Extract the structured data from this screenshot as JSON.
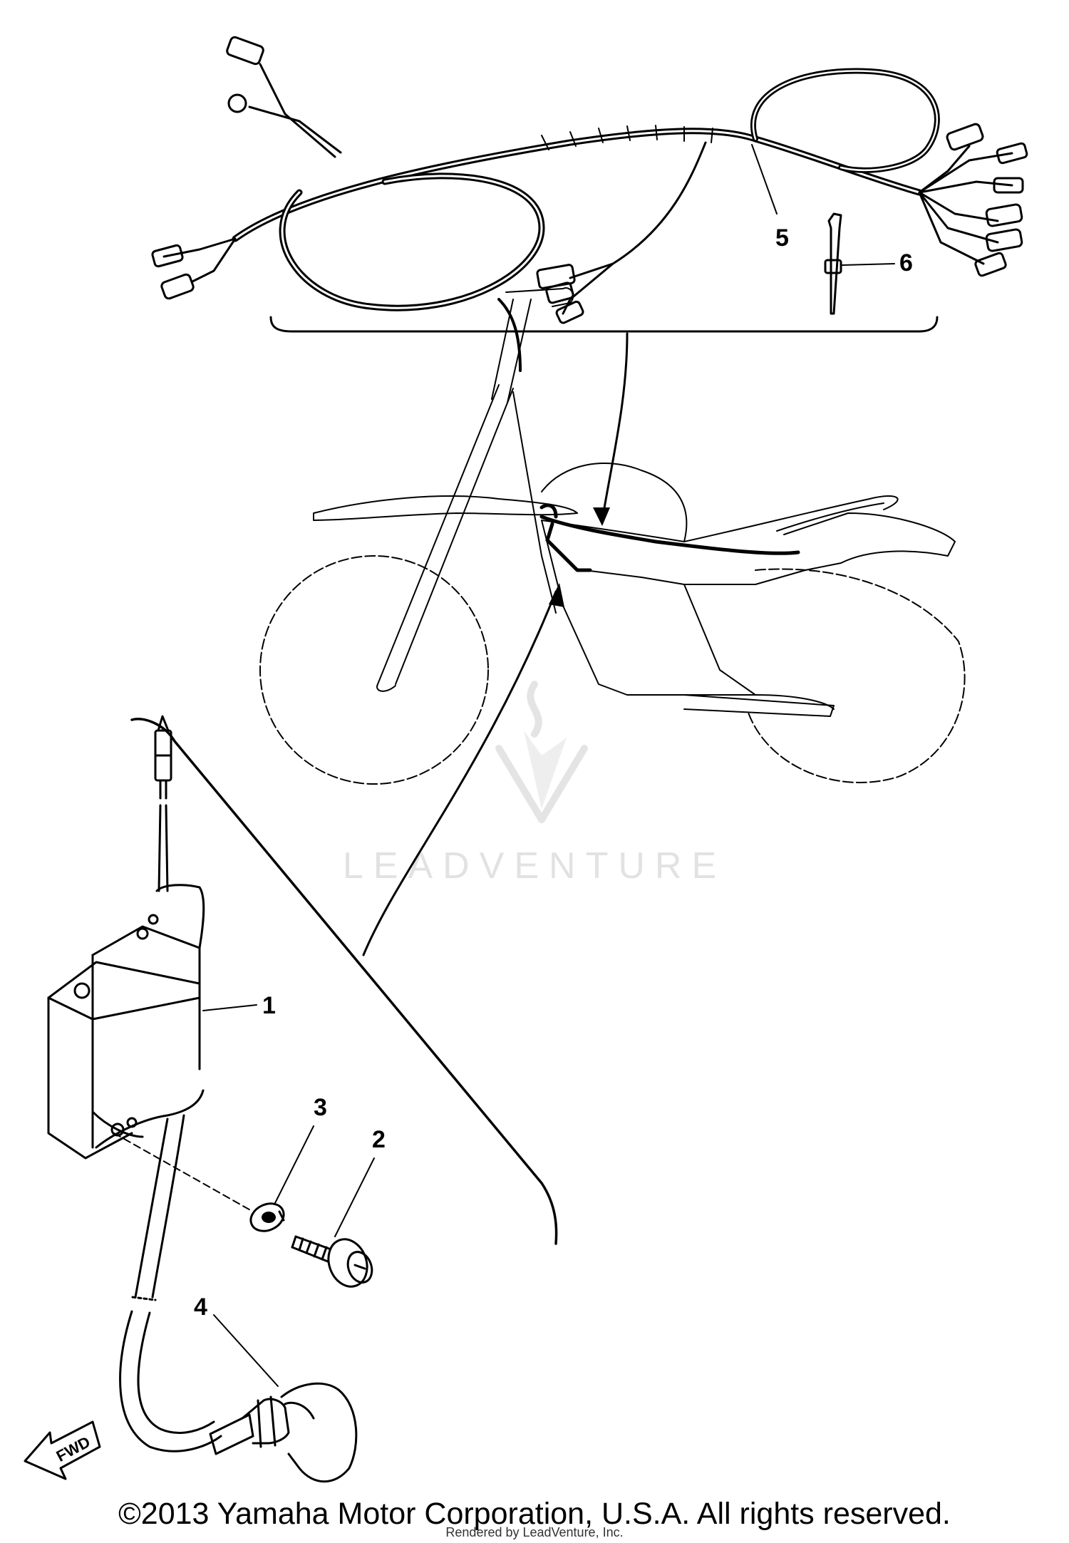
{
  "callouts": [
    {
      "id": "1",
      "label": "1"
    },
    {
      "id": "2",
      "label": "2"
    },
    {
      "id": "3",
      "label": "3"
    },
    {
      "id": "4",
      "label": "4"
    },
    {
      "id": "5",
      "label": "5"
    },
    {
      "id": "6",
      "label": "6"
    }
  ],
  "watermark": "LEADVENTURE",
  "fwd_label": "FWD",
  "footer": {
    "copyright": "©2013 Yamaha Motor Corporation, U.S.A. All rights reserved.",
    "rendered_by": "Rendered by LeadVenture, Inc."
  }
}
